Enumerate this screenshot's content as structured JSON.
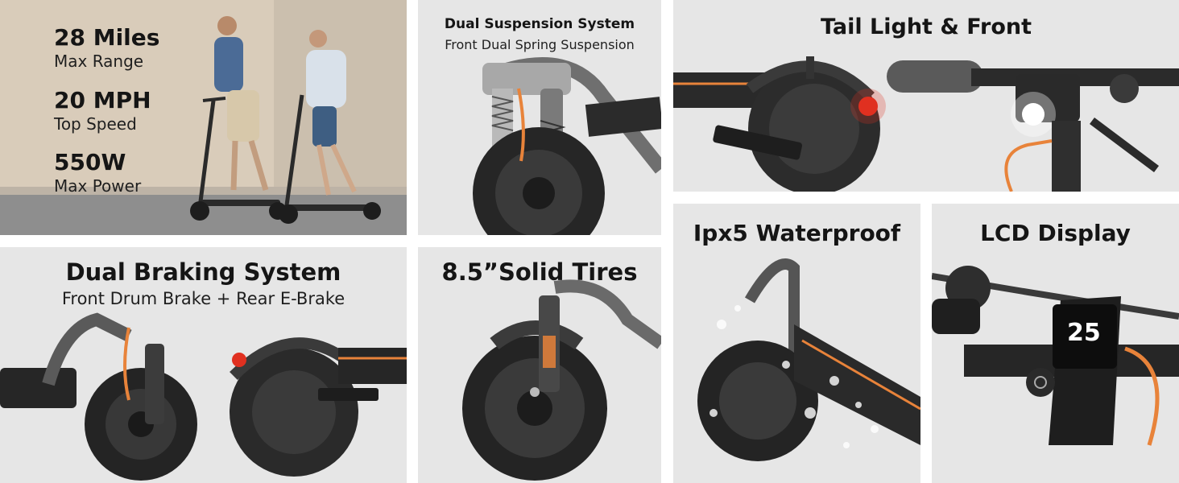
{
  "colors": {
    "panel_bg": "#e6e6e6",
    "accent_orange": "#e8833a",
    "tail_light_red": "#e03020",
    "dark": "#232323",
    "text": "#151515"
  },
  "hero": {
    "specs": [
      {
        "value": "28 Miles",
        "label": "Max Range"
      },
      {
        "value": "20 MPH",
        "label": "Top Speed"
      },
      {
        "value": "550W",
        "label": "Max Power"
      }
    ]
  },
  "suspension": {
    "title": "Dual Suspension System",
    "subtitle": "Front Dual Spring Suspension"
  },
  "lights": {
    "title": "Tail Light & Front"
  },
  "braking": {
    "title": "Dual Braking System",
    "subtitle": "Front Drum Brake + Rear E-Brake"
  },
  "tires": {
    "title": "8.5”Solid Tires"
  },
  "waterproof": {
    "title": "Ipx5 Waterproof"
  },
  "display": {
    "title": "LCD Display",
    "speed_readout": "25"
  }
}
